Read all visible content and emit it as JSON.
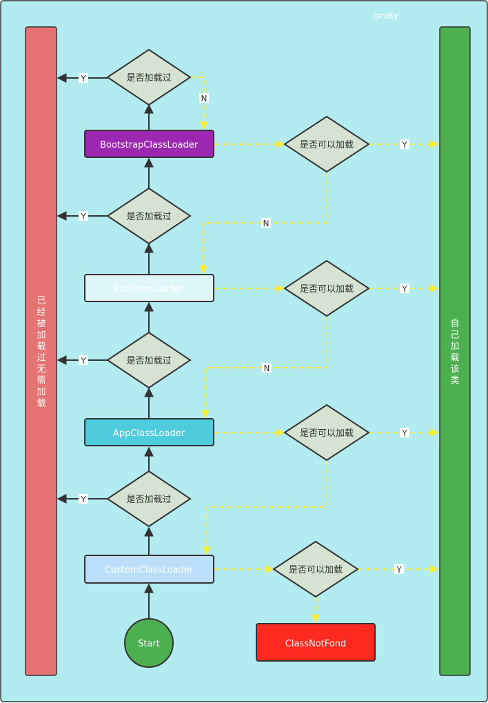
{
  "watermark": "lordky",
  "left_panel": {
    "label": "已经被加载过无需加载"
  },
  "right_panel": {
    "label": "自己加载该类"
  },
  "loaders": {
    "bootstrap": "BootstrapClassLoader",
    "ext": "ExtClassLoader",
    "app": "AppClassLoader",
    "custom": "CustomClassLoader"
  },
  "decisions": {
    "loaded_before": "是否加载过",
    "can_load": "是否可以加载"
  },
  "start": "Start",
  "not_found": "ClassNotFond",
  "edge_labels": {
    "yes": "Y",
    "no": "N"
  },
  "colors": {
    "background": "#b2ebf0",
    "left_panel": "#e57373",
    "right_panel": "#4caf50",
    "bootstrap": "#9c27b0",
    "ext": "#e0f7fa",
    "app": "#4ecbdc",
    "custom": "#bbdefb",
    "decision_fill": "#d6e3d3",
    "start": "#4caf50",
    "not_found": "#ff2a1f",
    "yellow_arrow": "#ffee35",
    "dark": "#333333"
  }
}
